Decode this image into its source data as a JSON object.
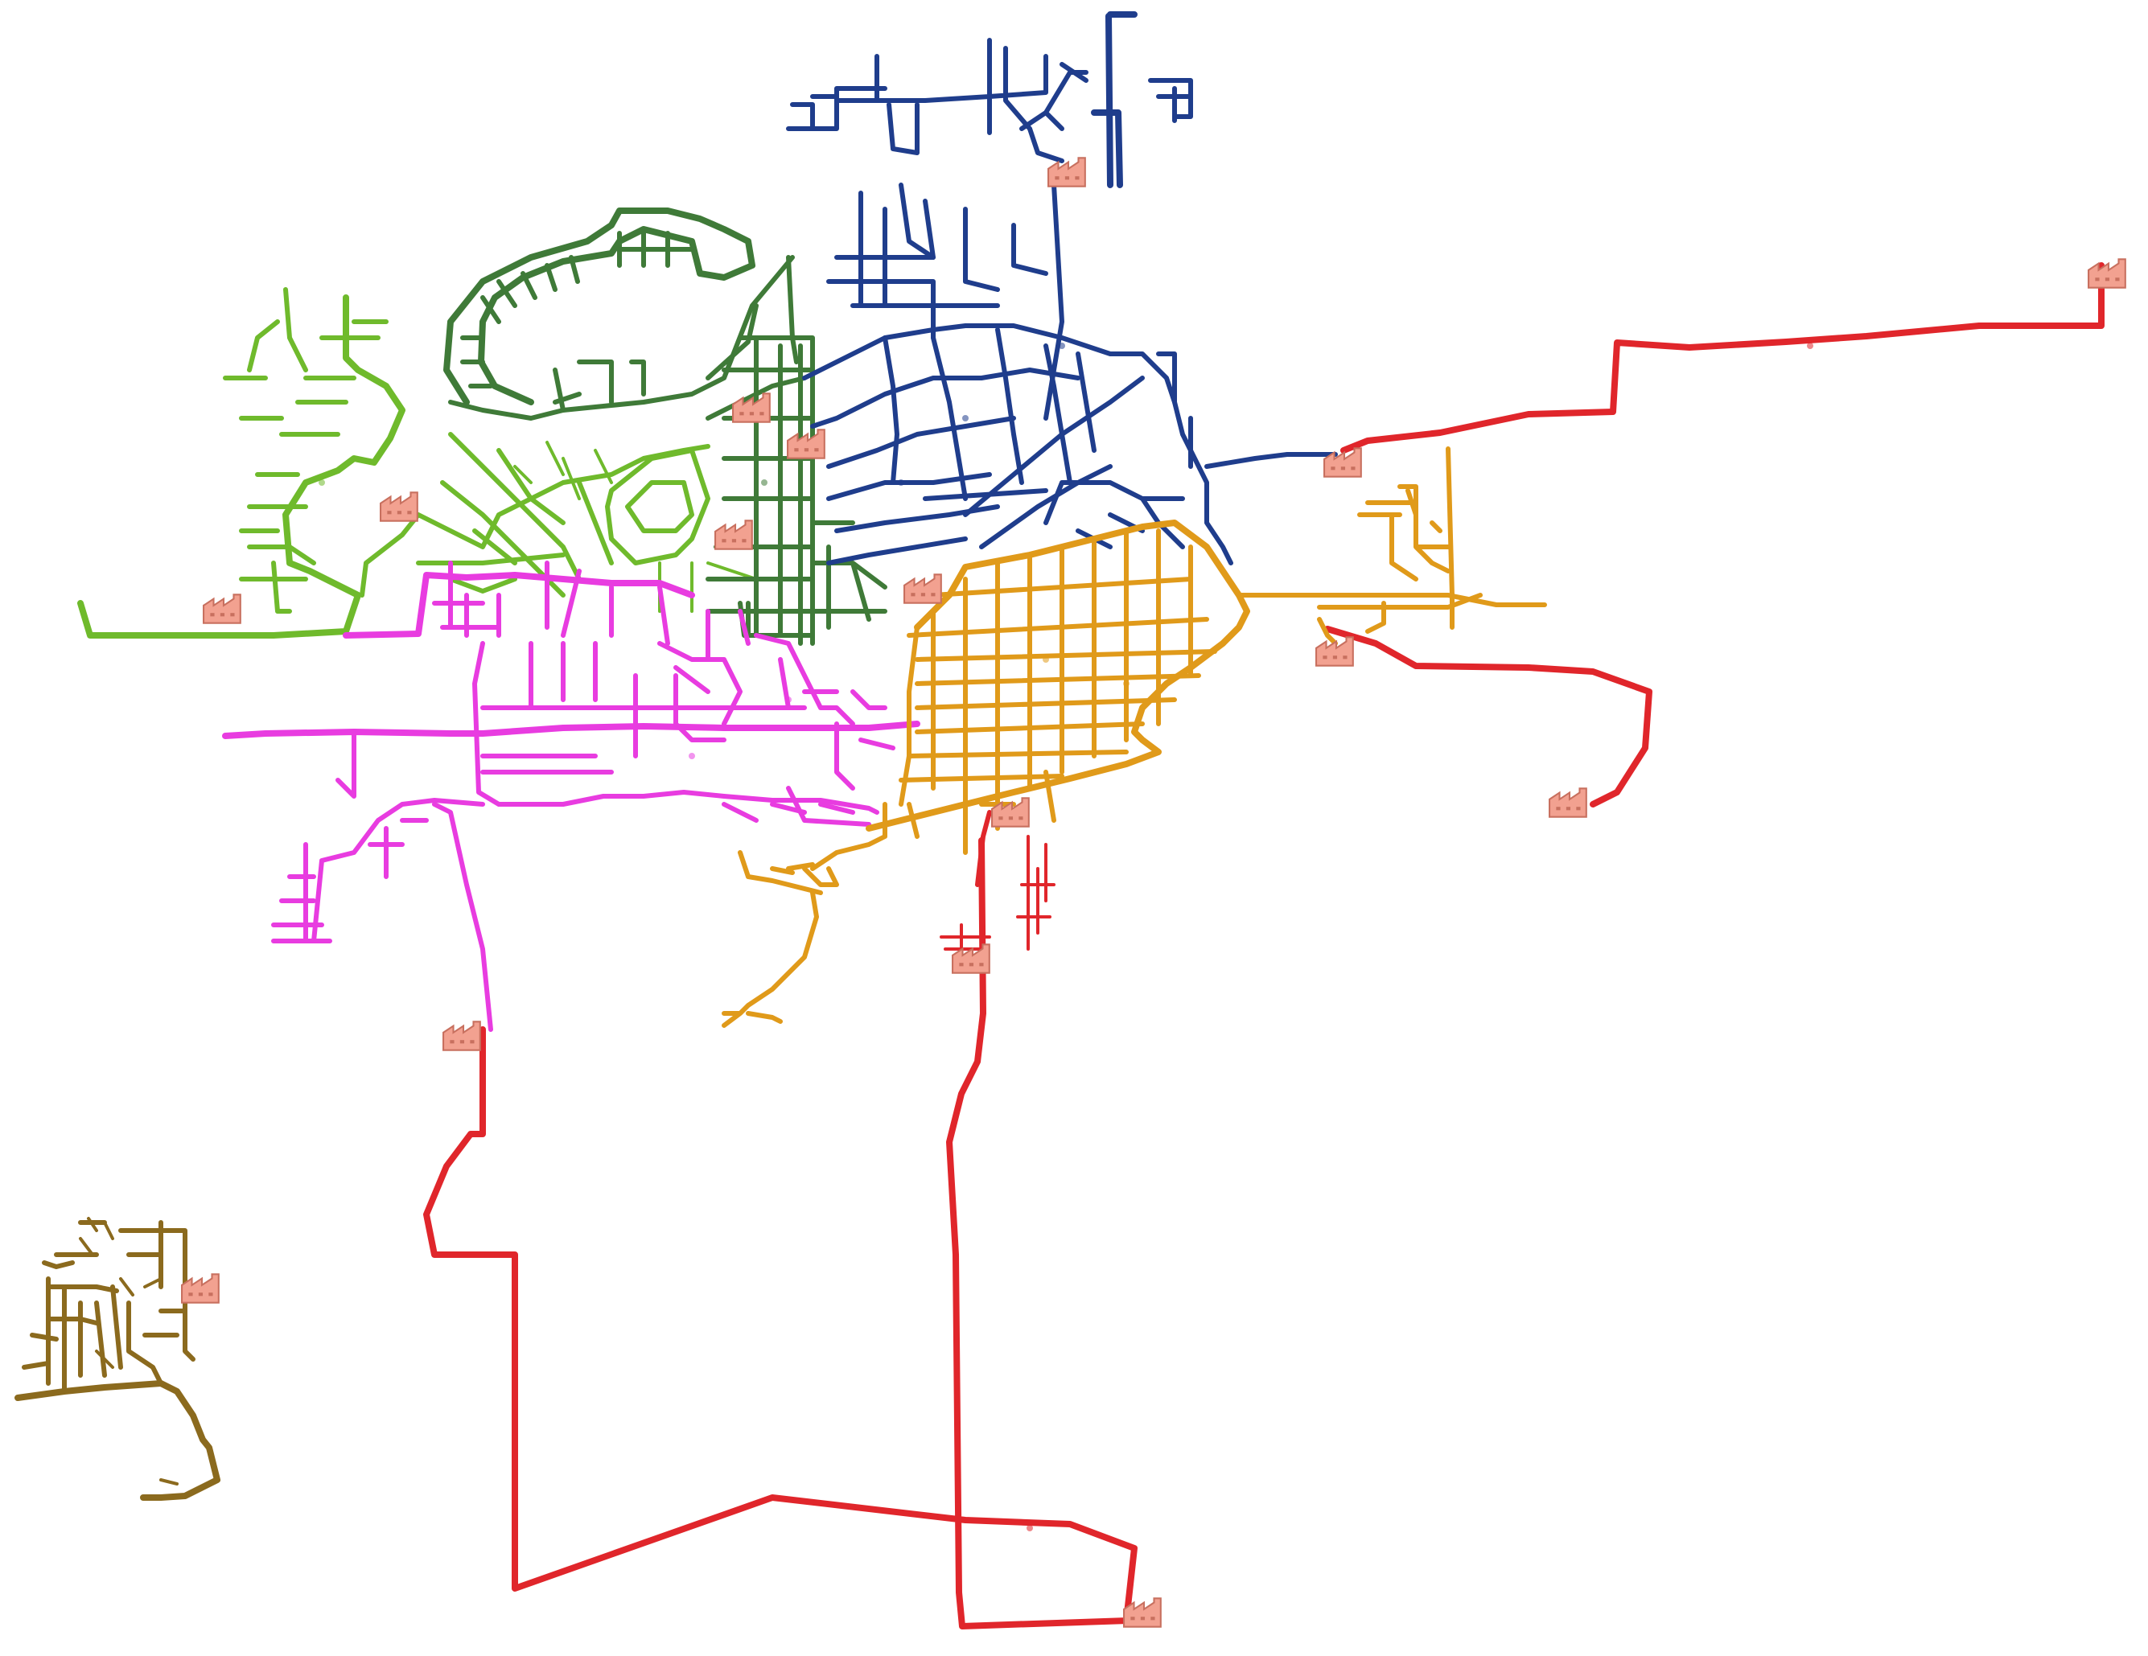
{
  "map": {
    "networks": [
      {
        "id": "red",
        "color": "#e0262b"
      },
      {
        "id": "yellow-green",
        "color": "#6fba2c"
      },
      {
        "id": "dark-green",
        "color": "#3f7a38"
      },
      {
        "id": "navy",
        "color": "#1f3d8c"
      },
      {
        "id": "magenta",
        "color": "#e83ce0"
      },
      {
        "id": "orange",
        "color": "#e09a1a"
      },
      {
        "id": "brown",
        "color": "#8b6a1e"
      }
    ],
    "substation_icon": {
      "name": "factory-icon",
      "fill": "#f2a190",
      "stroke": "#c8705f"
    },
    "substation_count": 16
  }
}
